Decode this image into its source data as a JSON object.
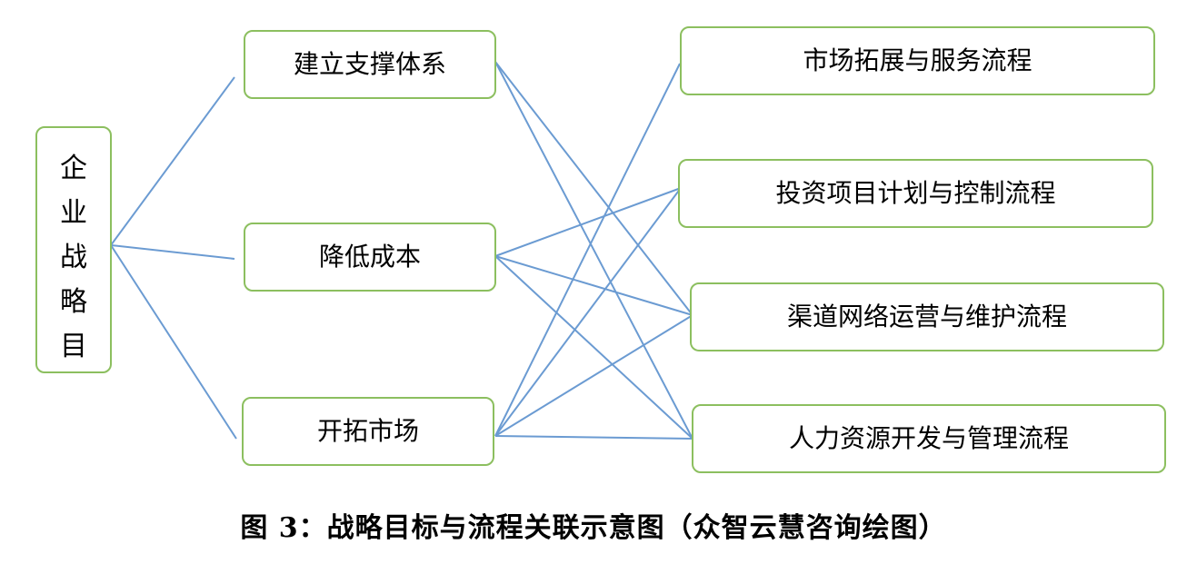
{
  "diagram": {
    "line_color": "#6b9bd2",
    "box_border_color": "#8cbf5f",
    "root": {
      "label": "企业战略目",
      "chars": [
        "企",
        "业",
        "战",
        "略",
        "目"
      ]
    },
    "goals": [
      {
        "id": "support",
        "label": "建立支撑体系"
      },
      {
        "id": "cost",
        "label": "降低成本"
      },
      {
        "id": "market",
        "label": "开拓市场"
      }
    ],
    "processes": [
      {
        "id": "market-service",
        "label": "市场拓展与服务流程"
      },
      {
        "id": "investment",
        "label": "投资项目计划与控制流程"
      },
      {
        "id": "channel",
        "label": "渠道网络运营与维护流程"
      },
      {
        "id": "hr",
        "label": "人力资源开发与管理流程"
      }
    ],
    "links": [
      {
        "from": "support",
        "to": "channel"
      },
      {
        "from": "support",
        "to": "hr"
      },
      {
        "from": "cost",
        "to": "investment"
      },
      {
        "from": "cost",
        "to": "channel"
      },
      {
        "from": "cost",
        "to": "hr"
      },
      {
        "from": "market",
        "to": "market-service"
      },
      {
        "from": "market",
        "to": "investment"
      },
      {
        "from": "market",
        "to": "channel"
      },
      {
        "from": "market",
        "to": "hr"
      }
    ]
  },
  "caption": "图 3：战略目标与流程关联示意图（众智云慧咨询绘图）"
}
